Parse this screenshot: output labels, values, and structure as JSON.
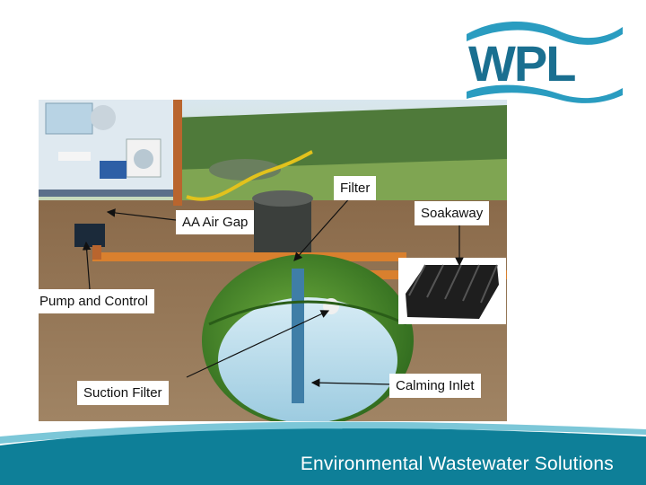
{
  "brand": {
    "name": "WPL",
    "logo_color": "#1a8aa3"
  },
  "labels": {
    "filter": "Filter",
    "air_gap": "AA Air Gap",
    "soakaway": "Soakaway",
    "pump": "Pump and Control",
    "suction": "Suction Filter",
    "calming": "Calming Inlet"
  },
  "footer": {
    "tagline": "Environmental Wastewater Solutions",
    "color": "#0e7f98"
  }
}
